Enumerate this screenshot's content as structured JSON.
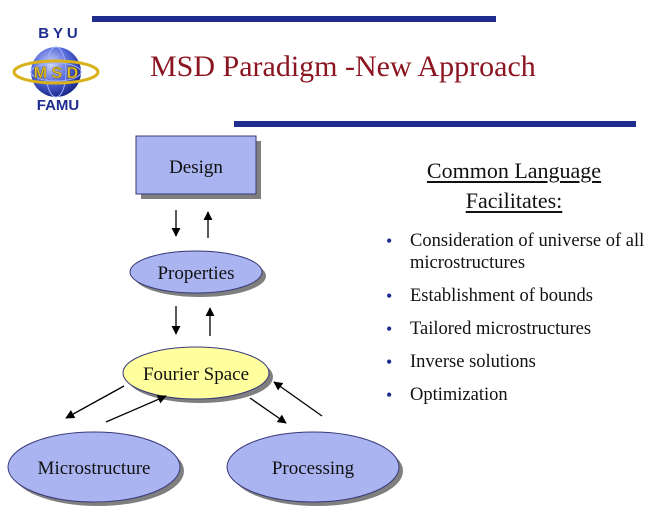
{
  "slide": {
    "title": "MSD Paradigm -New Approach",
    "logo": {
      "top": "B Y U",
      "center": "M S D",
      "bottom": "FAMU"
    }
  },
  "diagram": {
    "nodes": {
      "design": "Design",
      "properties": "Properties",
      "fourier": "Fourier Space",
      "microstructure": "Microstructure",
      "processing": "Processing"
    }
  },
  "sidebar": {
    "heading_line1": "Common Language",
    "heading_line2": "Facilitates:",
    "bullets": [
      "Consideration of universe of all microstructures",
      "Establishment of bounds",
      "Tailored microstructures",
      "Inverse solutions",
      "Optimization"
    ]
  },
  "colors": {
    "title": "#8b1520",
    "accent_bar": "#1f2d8f",
    "node_blue": "#a9b4f0",
    "node_yellow": "#ffff9e",
    "bullet": "#1f2d8f"
  }
}
